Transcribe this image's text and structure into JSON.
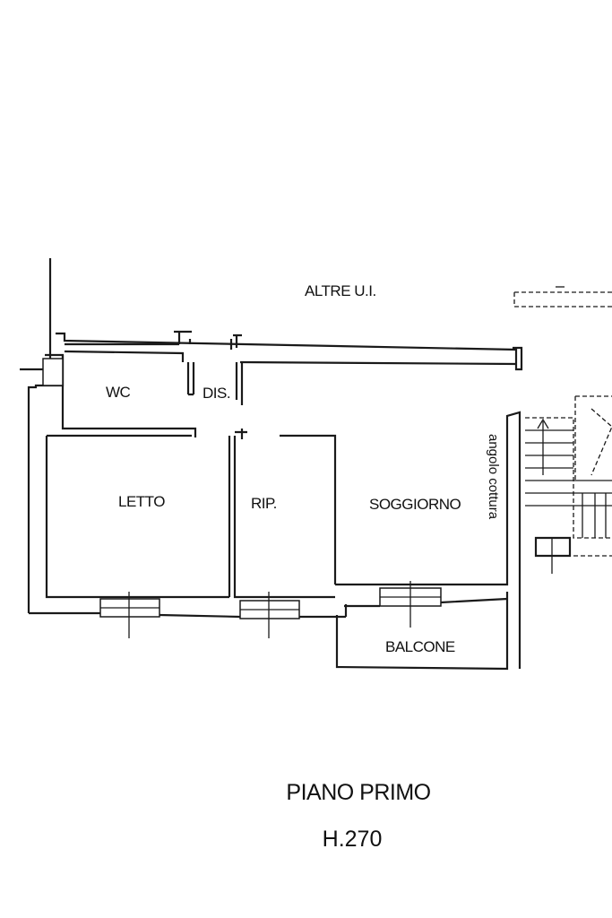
{
  "rooms": {
    "altre": "ALTRE U.I.",
    "wc": "WC",
    "dis": "DIS.",
    "letto": "LETTO",
    "rip": "RIP.",
    "soggiorno": "SOGGIORNO",
    "angolo": "angolo cottura",
    "balcone": "BALCONE"
  },
  "caption": {
    "title": "PIANO PRIMO",
    "height": "H.270"
  }
}
